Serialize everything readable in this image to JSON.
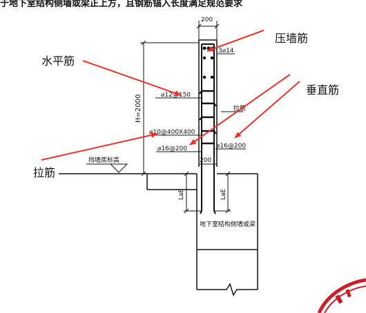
{
  "header_text": "于地下室结构侧墙或梁正上方，且钢筋锚入长度满足规范要求",
  "callouts": {
    "horizontal_bar": "水平筋",
    "wall_top_bar": "压墙筋",
    "vertical_bar": "垂直筋",
    "tie_bar": "拉筋"
  },
  "drawing": {
    "top_dim": "200",
    "bottom_dim": "200",
    "height_dim": "H=2000",
    "top_bar_spec": "3⌀14",
    "horizontal_spec": "⌀12@150",
    "tie_spec": "⌀10@400X400",
    "vertical_spec_left": "⌀16@200",
    "vertical_spec_right": "⌀16@200",
    "tie_note": "拉筋",
    "level_note": "挡墙底标高",
    "anchor_left": "LaE",
    "anchor_right": "LaE",
    "base_note": "地下室结构侧墙或梁"
  },
  "colors": {
    "arrow": "#e8342a",
    "line": "#111111",
    "stamp": "#c8202a"
  }
}
